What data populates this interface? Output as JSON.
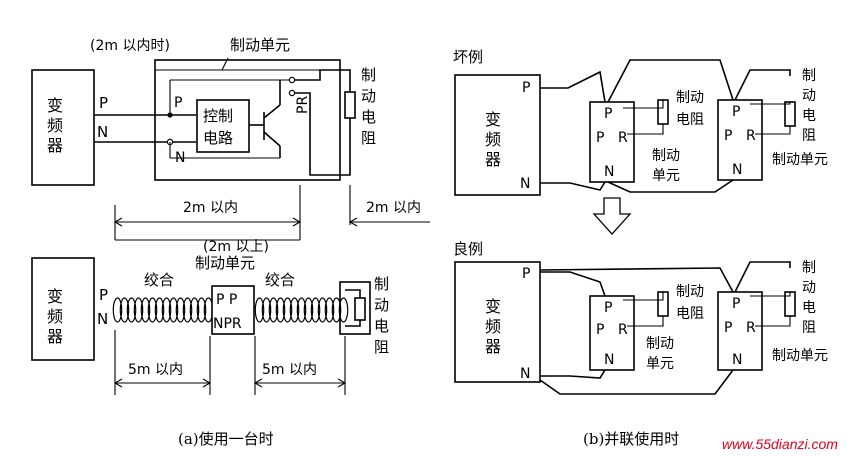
{
  "left": {
    "top": {
      "inverter": "变频器",
      "p": "P",
      "n": "N",
      "dist_note_top": "(2m 以内时)",
      "unit_label": "制动单元",
      "unit_p": "P",
      "unit_n": "N",
      "control_line1": "控制",
      "control_line2": "电路",
      "pr": "PR",
      "resistor": "制动电阻",
      "dist_a": "2m 以内",
      "dist_b": "2m 以内",
      "dist_c": "(2m 以上)"
    },
    "bottom": {
      "inverter": "变频器",
      "p": "P",
      "n": "N",
      "twist1": "绞合",
      "twist2": "绞合",
      "unit_label": "制动单元",
      "unit_top": "P P",
      "unit_bottom": "NPR",
      "resistor": "制动电阻",
      "dist_a": "5m 以内",
      "dist_b": "5m 以内"
    },
    "caption": "(a)使用一台时"
  },
  "right": {
    "bad": {
      "heading": "坏例",
      "inverter": "变频器",
      "p": "P",
      "n": "N",
      "unit1_p_top": "P",
      "unit1_p": "P",
      "unit1_r": "R",
      "unit1_n": "N",
      "res1": "制动电阻",
      "unit1_label": "制动单元",
      "unit2_p_top": "P",
      "unit2_p": "P",
      "unit2_r": "R",
      "unit2_n": "N",
      "res2": "制动电阻",
      "unit2_label": "制动单元"
    },
    "good": {
      "heading": "良例",
      "inverter": "变频器",
      "p": "P",
      "n": "N",
      "unit1_p_top": "P",
      "unit1_p": "P",
      "unit1_r": "R",
      "unit1_n": "N",
      "res1": "制动电阻",
      "unit1_label": "制动单元",
      "unit2_p_top": "P",
      "unit2_p": "P",
      "unit2_r": "R",
      "unit2_n": "N",
      "res2": "制动电阻",
      "unit2_label": "制动单元"
    },
    "caption": "(b)并联使用时"
  },
  "watermark": "www.55dianzi.com"
}
